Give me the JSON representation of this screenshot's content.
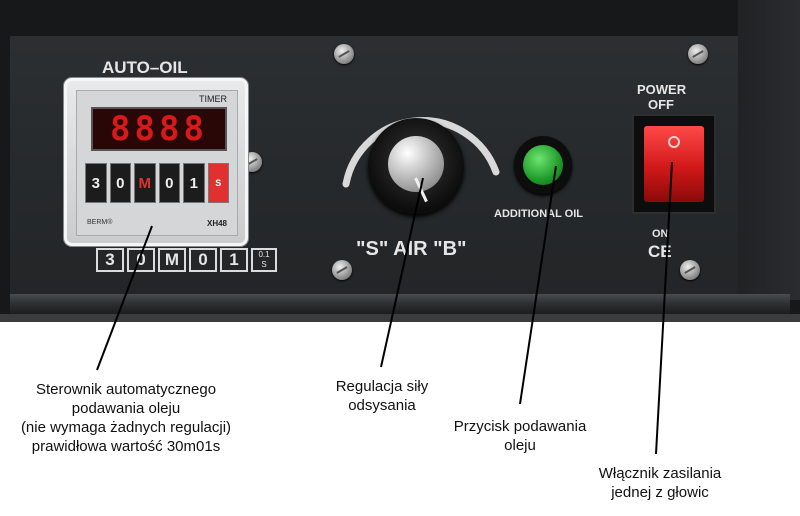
{
  "panel": {
    "timer_heading": "AUTO–OIL",
    "timer": {
      "title": "TIMER",
      "display": "8888",
      "dials": [
        "3",
        "0",
        "M",
        "0",
        "1",
        "S"
      ],
      "brand": "BERM®",
      "model": "XH48"
    },
    "setting_digits": [
      "3",
      "0",
      "M",
      "0",
      "1"
    ],
    "setting_unit_top": "0.1",
    "setting_unit_bottom": "S",
    "knob_label": "\"S\" AIR \"B\"",
    "button_label": "ADDITIONAL OIL",
    "power_label_line1": "POWER",
    "power_label_line2": "OFF",
    "power_on_label": "ON",
    "ce_mark": "CE"
  },
  "annotations": {
    "timer": [
      "Sterownik automatycznego",
      "podawania oleju",
      "(nie wymaga  żadnych regulacji)",
      "prawidłowa wartość 30m01s"
    ],
    "suction": [
      "Regulacja siły",
      "odsysania"
    ],
    "oil_button": [
      "Przycisk podawania",
      "oleju"
    ],
    "power_switch": [
      "Włącznik zasilania",
      "jednej z głowic"
    ]
  }
}
